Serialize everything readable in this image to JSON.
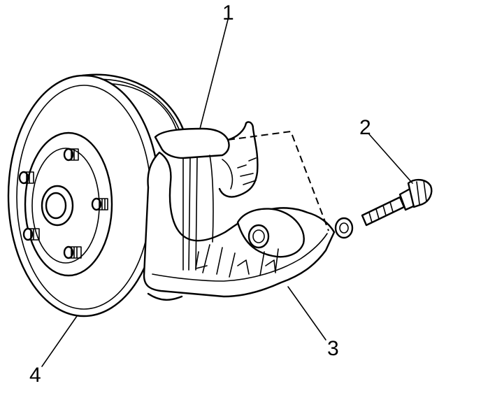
{
  "callouts": [
    {
      "number": "1",
      "part": "caliper"
    },
    {
      "number": "2",
      "part": "bolt"
    },
    {
      "number": "3",
      "part": "caliper-bracket"
    },
    {
      "number": "4",
      "part": "brake-rotor"
    }
  ]
}
